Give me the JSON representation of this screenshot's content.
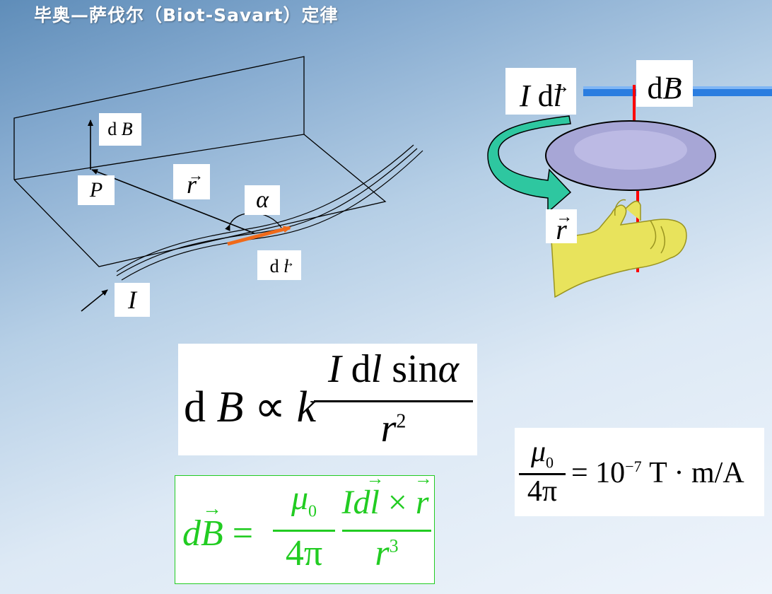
{
  "slide": {
    "title": "毕奥—萨伐尔（Biot-Savart）定律"
  },
  "diagram_left": {
    "labels": {
      "dB": "d B",
      "P": "P",
      "r": "r",
      "alpha": "α",
      "dl": "d l",
      "I": "I"
    },
    "colors": {
      "current_element": "#f06a1a"
    }
  },
  "diagram_right": {
    "labels": {
      "Idl": "I d l",
      "dB": "d B",
      "r": "r"
    },
    "colors": {
      "arrow": "#2ec7a0",
      "disk": "#a7a6d6",
      "axis": "#ff0000",
      "hand": "#e8e35c",
      "bar": "#2a7de0"
    }
  },
  "formulas": {
    "proportional": {
      "lhs": "d B ∝ k",
      "numerator": "I d l sin α",
      "denominator": "r",
      "exponent": "2"
    },
    "vector": {
      "lhs": "d B =",
      "coef_num": "μ",
      "coef_sub": "0",
      "coef_den": "4π",
      "numerator": "Id l × r",
      "denominator": "r",
      "exponent": "3",
      "color": "#22cc22"
    },
    "constant": {
      "num": "μ",
      "num_sub": "0",
      "den": "4π",
      "eq": "= 10",
      "exp": "−7",
      "unit": "T · m/A"
    }
  }
}
